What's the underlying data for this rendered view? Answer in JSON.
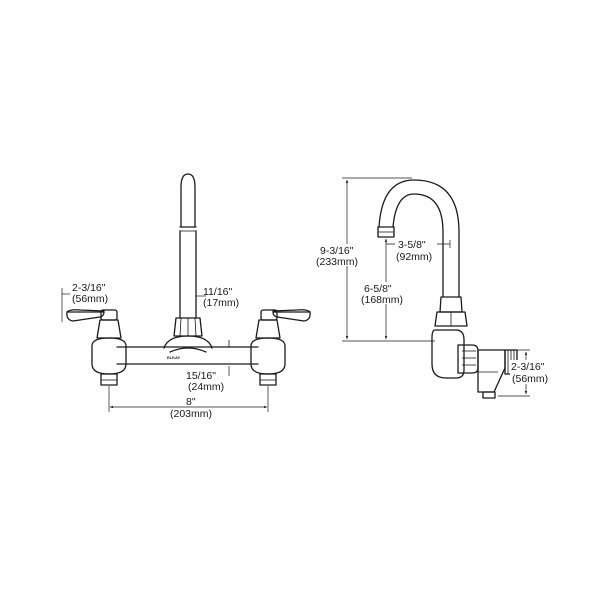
{
  "front_view": {
    "handle_height": {
      "imperial": "2-3/16\"",
      "metric": "(56mm)"
    },
    "spout_diameter": {
      "imperial": "11/16\"",
      "metric": "(17mm)"
    },
    "body_diameter": {
      "imperial": "15/16\"",
      "metric": "(24mm)"
    },
    "centers": {
      "imperial": "8\"",
      "metric": "(203mm)"
    },
    "brand_mark": "ELKAY"
  },
  "side_view": {
    "overall_height": {
      "imperial": "9-3/16\"",
      "metric": "(233mm)"
    },
    "spout_reach": {
      "imperial": "3-5/8\"",
      "metric": "(92mm)"
    },
    "spout_clearance": {
      "imperial": "6-5/8\"",
      "metric": "(168mm)"
    },
    "inlet_height": {
      "imperial": "2-3/16\"",
      "metric": "(56mm)"
    }
  }
}
